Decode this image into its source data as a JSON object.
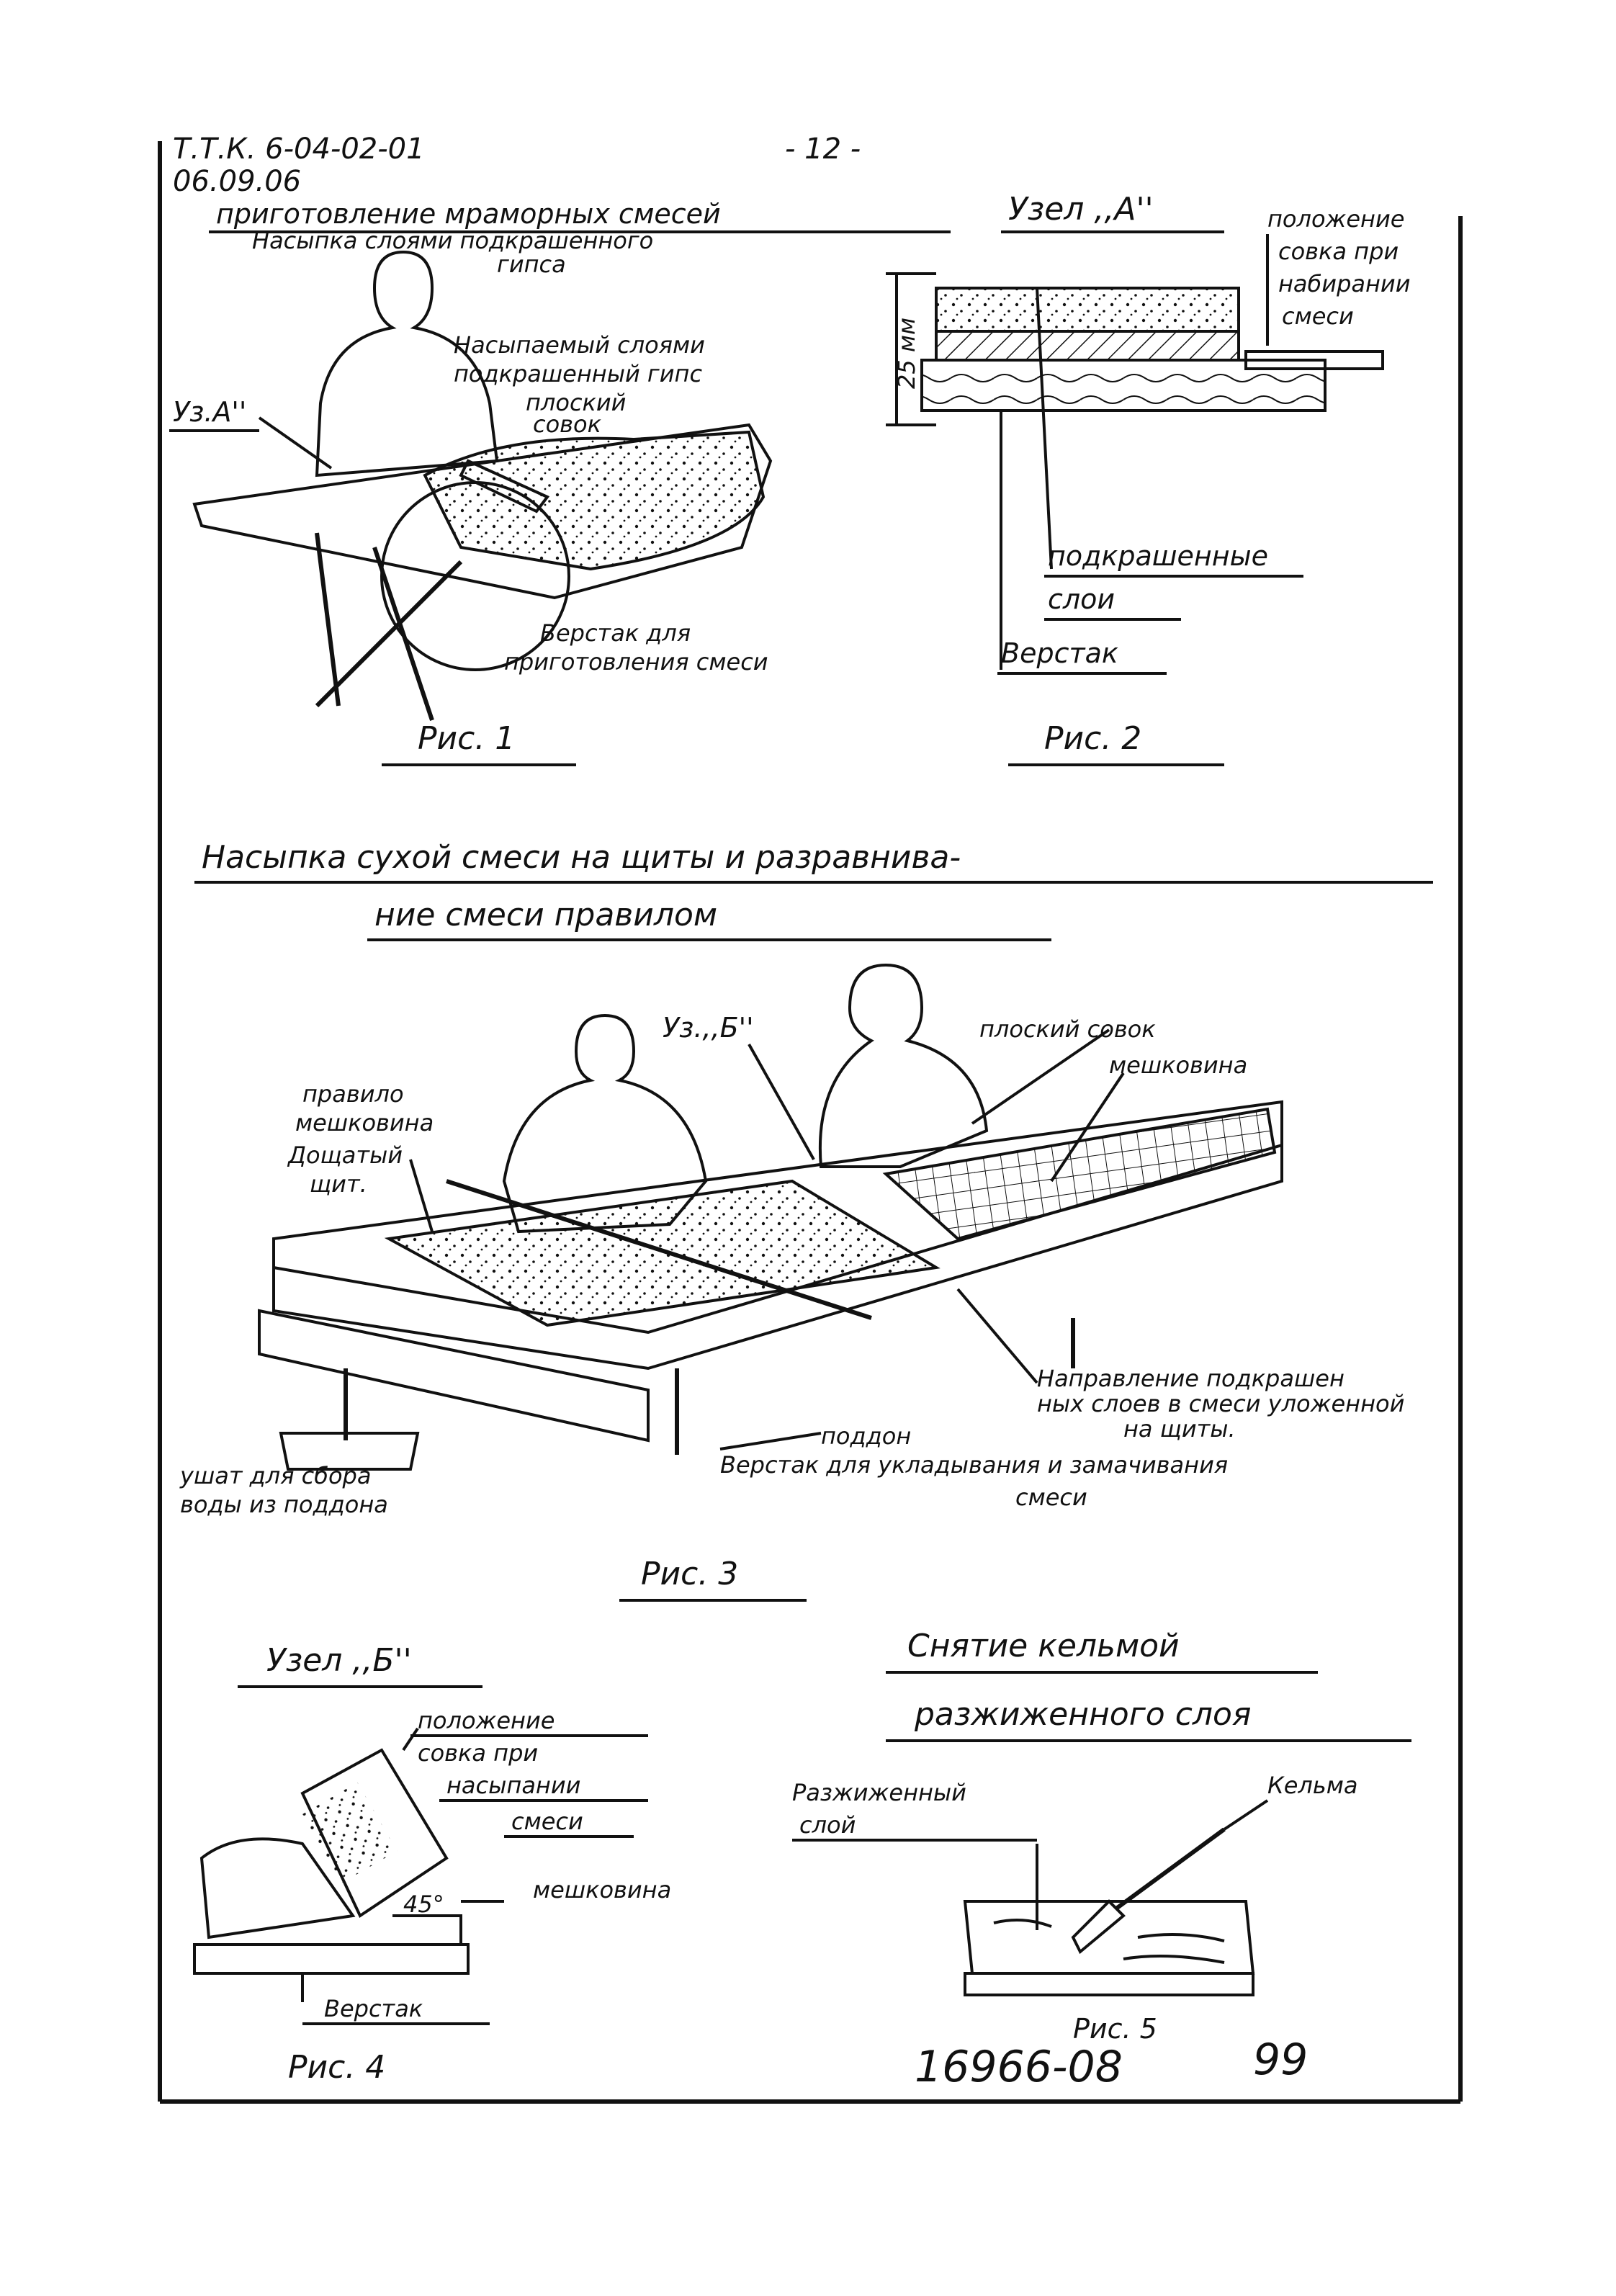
{
  "header": {
    "doc_code": "Т.Т.К. 6-04-02-01",
    "date": "06.09.06",
    "page_number": "- 12 -",
    "section_title": "приготовление мраморных смесей",
    "subsection_title_line1": "Насыпка слоями подкрашенного",
    "subsection_title_line2": "гипса"
  },
  "fig1": {
    "caption": "Рис. 1",
    "label_node": "Уз.А''",
    "label_gypsum_line1": "Насыпаемый слоями",
    "label_gypsum_line2": "подкрашенный гипс",
    "label_scoop_line1": "плоский",
    "label_scoop_line2": "совок",
    "label_bench_line1": "Верстак для",
    "label_bench_line2": "приготовления смеси"
  },
  "fig2": {
    "title": "Узел ,,А''",
    "caption": "Рис. 2",
    "dim_label": "25 мм",
    "label_position_line1": "положение",
    "label_position_line2": "совка при",
    "label_position_line3": "набирании",
    "label_position_line4": "смеси",
    "label_layers_line1": "подкрашенные",
    "label_layers_line2": "слои",
    "label_bench": "Верстак"
  },
  "fig3": {
    "title_line1": "Насыпка сухой смеси на щиты и разравнива-",
    "title_line2": "ние смеси правилом",
    "caption": "Рис. 3",
    "label_node": "Уз.,,Б''",
    "label_scoop": "плоский совок",
    "label_burlap": "мешковина",
    "label_rule": "правило",
    "label_burlap2": "мешковина",
    "label_shield_line1": "Дощатый",
    "label_shield_line2": "щит.",
    "label_direction_line1": "Направление подкрашен",
    "label_direction_line2": "ных слоев в смеси уложенной",
    "label_direction_line3": "на щиты.",
    "label_tray": "поддон",
    "label_bench_line1": "Верстак для укладывания и замачивания",
    "label_bench_line2": "смеси",
    "label_tub_line1": "ушат для сбора",
    "label_tub_line2": "воды из поддона"
  },
  "fig4": {
    "title": "Узел ,,Б''",
    "caption": "Рис. 4",
    "label_position_line1": "положение",
    "label_position_line2": "совка при",
    "label_position_line3": "насыпании",
    "label_position_line4": "смеси",
    "label_burlap": "мешковина",
    "label_angle": "45°",
    "label_bench": "Верстак"
  },
  "fig5": {
    "title_line1": "Снятие кельмой",
    "title_line2": "разжиженного слоя",
    "caption": "Рис. 5",
    "label_layer_line1": "Разжиженный",
    "label_layer_line2": "слой",
    "label_trowel": "Кельма"
  },
  "footer": {
    "doc_number": "16966-08",
    "sheet_number": "99"
  }
}
